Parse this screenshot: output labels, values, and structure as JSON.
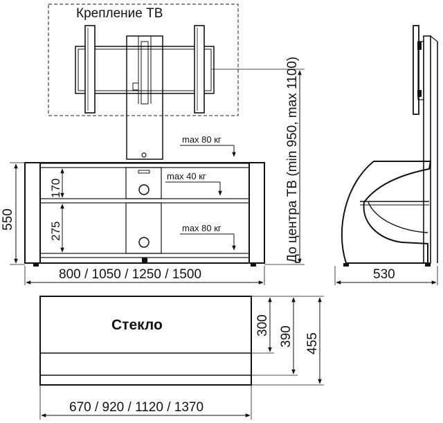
{
  "front": {
    "tv_mount_label": "Крепление ТВ",
    "loads": [
      "max 80 кг",
      "max 40 кг",
      "max 80 кг"
    ],
    "dim_170": "170",
    "dim_275": "275",
    "height": "550",
    "width": "800 / 1050 / 1250 / 1500",
    "tv_center": "До центра ТВ (min 950, max 1100)"
  },
  "side": {
    "depth": "530"
  },
  "top": {
    "glass_label": "Стекло",
    "widths": "670 / 920 / 1120 / 1370",
    "d300": "300",
    "d390": "390",
    "d455": "455"
  }
}
